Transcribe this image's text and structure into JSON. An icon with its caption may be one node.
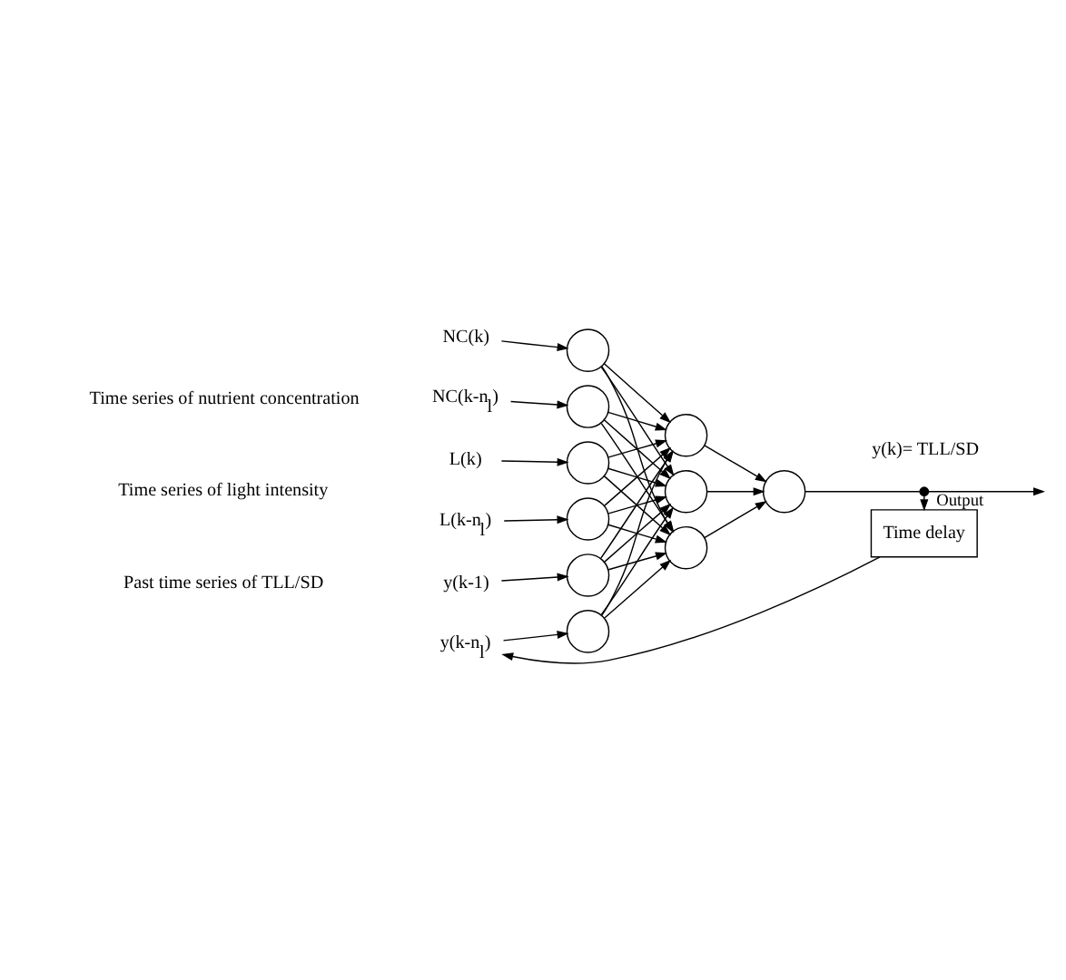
{
  "diagram": {
    "nodes": [
      {
        "text": [
          "NC(k)"
        ]
      },
      {
        "text": [
          "NC(k-n$_{l}$)"
        ]
      },
      {
        "text": [
          "L(k)"
        ]
      },
      {
        "text": [
          "L(k-n$_{l}$)"
        ]
      },
      {
        "text": [
          "y(k-1)"
        ]
      },
      {
        "text": [
          "y(k-n$_{l}$)"
        ]
      },
      {
        "text": [],
        "shape": "circle"
      },
      {
        "text": [],
        "shape": "circle"
      },
      {
        "text": [],
        "shape": "circle"
      },
      {
        "text": [],
        "shape": "circle"
      },
      {
        "text": [],
        "shape": "circle"
      },
      {
        "text": [],
        "shape": "circle"
      },
      {
        "text": [],
        "shape": "circle"
      },
      {
        "text": [],
        "shape": "circle"
      },
      {
        "text": [],
        "shape": "circle"
      },
      {
        "text": [],
        "shape": "circle"
      },
      {
        "text": [],
        "shape": "dot"
      },
      {
        "text": [
          "Time delay"
        ]
      }
    ],
    "edges": [
      {
        "from": 0,
        "to": 6,
        "arrow": "to"
      },
      {
        "from": 1,
        "to": 7,
        "arrow": "to"
      },
      {
        "from": 2,
        "to": 8,
        "arrow": "to"
      },
      {
        "from": 3,
        "to": 9,
        "arrow": "to"
      },
      {
        "from": 4,
        "to": 10,
        "arrow": "to"
      },
      {
        "from": 5,
        "to": 11,
        "arrow": "to"
      },
      {
        "from": 6,
        "to": 12,
        "arrow": "to"
      },
      {
        "from": 6,
        "to": 13,
        "arrow": "to"
      },
      {
        "from": 6,
        "to": 14,
        "arrow": "to"
      },
      {
        "from": 7,
        "to": 12,
        "arrow": "to"
      },
      {
        "from": 7,
        "to": 13,
        "arrow": "to"
      },
      {
        "from": 7,
        "to": 14,
        "arrow": "to"
      },
      {
        "from": 8,
        "to": 12,
        "arrow": "to"
      },
      {
        "from": 8,
        "to": 13,
        "arrow": "to"
      },
      {
        "from": 8,
        "to": 14,
        "arrow": "to"
      },
      {
        "from": 9,
        "to": 12,
        "arrow": "to"
      },
      {
        "from": 9,
        "to": 13,
        "arrow": "to"
      },
      {
        "from": 9,
        "to": 14,
        "arrow": "to"
      },
      {
        "from": 10,
        "to": 12,
        "arrow": "to"
      },
      {
        "from": 10,
        "to": 13,
        "arrow": "to"
      },
      {
        "from": 10,
        "to": 14,
        "arrow": "to"
      },
      {
        "from": 11,
        "to": 12,
        "arrow": "to"
      },
      {
        "from": 11,
        "to": 13,
        "arrow": "to"
      },
      {
        "from": 11,
        "to": 14,
        "arrow": "to"
      },
      {
        "from": 12,
        "to": 15,
        "arrow": "to"
      },
      {
        "from": 13,
        "to": 15,
        "arrow": "to"
      },
      {
        "from": 14,
        "to": 15,
        "arrow": "to"
      },
      {
        "from": 15,
        "to": 16,
        "arrow": "none"
      },
      {
        "from": 16,
        "to": null,
        "arrow": "to",
        "label": "Output"
      },
      {
        "from": 16,
        "to": 17,
        "arrow": "to"
      },
      {
        "from": 17,
        "to": 5,
        "arrow": "to"
      }
    ],
    "labels": [
      "Time series of nutrient concentration",
      "Time series of light intensity",
      "Past time series of TLL/SD",
      "y(k)= TLL/SD"
    ]
  }
}
